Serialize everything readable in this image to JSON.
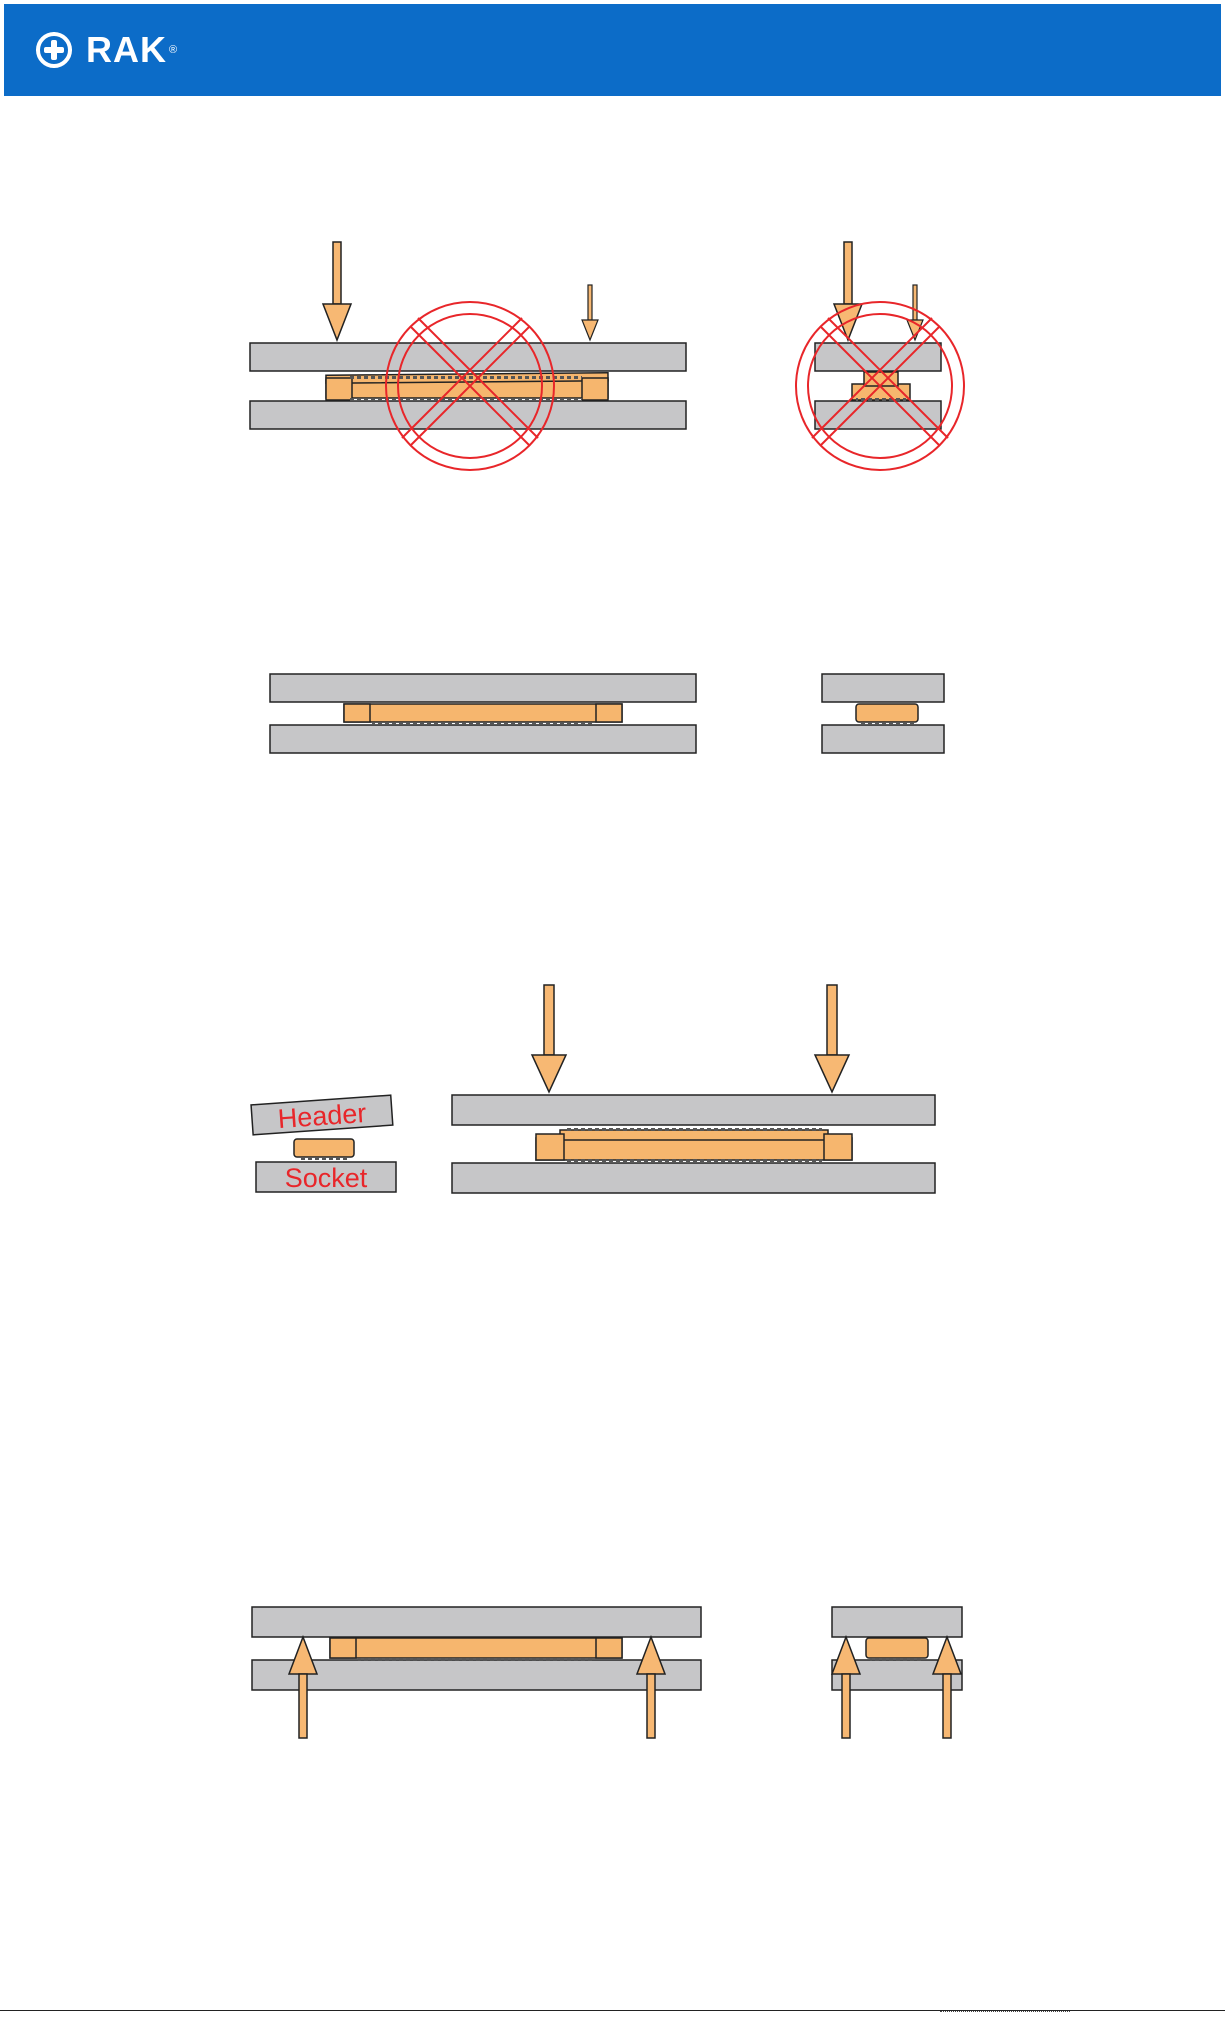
{
  "header": {
    "brand_text": "RAK",
    "brand_reg": "®",
    "logo_icon": "rak-logo-icon",
    "background_color": "#0c6cc8"
  },
  "labels": {
    "header_board": "Header",
    "socket_board": "Socket"
  },
  "colors": {
    "board_fill": "#c6c6c8",
    "connector_fill": "#f6b66e",
    "arrow_fill": "#f7b873",
    "prohibit_red": "#e8262a",
    "label_red": "#e8262a"
  },
  "figures": [
    {
      "name": "incorrect-uneven-pressure",
      "status": "prohibited"
    },
    {
      "name": "correct-aligned-mating",
      "status": "ok"
    },
    {
      "name": "angled-insertion-then-even-press",
      "status": "procedure"
    },
    {
      "name": "unmating-even-lift",
      "status": "procedure"
    }
  ]
}
